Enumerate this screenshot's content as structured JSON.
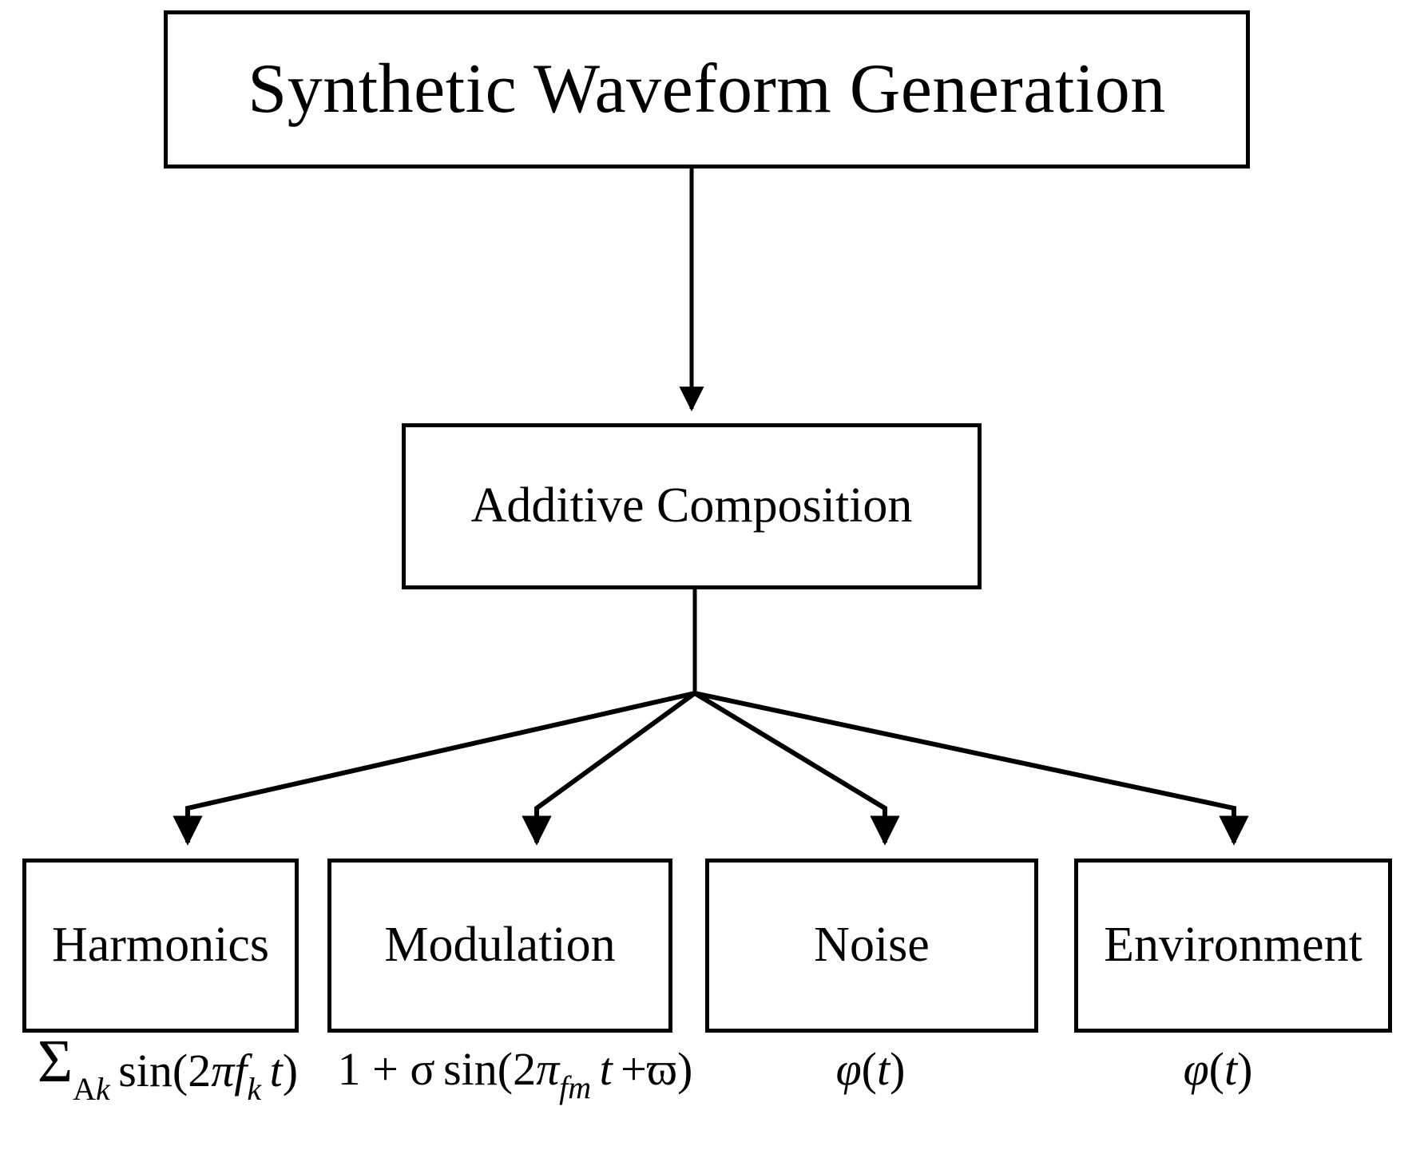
{
  "diagram": {
    "title": "Synthetic Waveform Generation",
    "type": "flowchart",
    "background_color": "#ffffff",
    "stroke_color": "#000000",
    "nodes": {
      "root": {
        "label": "Synthetic Waveform Generation"
      },
      "additive": {
        "label": "Additive Composition"
      },
      "harmonics": {
        "label": "Harmonics"
      },
      "modulation": {
        "label": "Modulation"
      },
      "noise": {
        "label": "Noise"
      },
      "environment": {
        "label": "Environment"
      }
    },
    "formulas": {
      "harmonics": {
        "plain": "Σ A_k sin(2π f_k t)",
        "sigma": "Σ",
        "sigma_sub": "A",
        "sigma_sub_italic": "k",
        "sin": "sin(2",
        "pi": "π",
        "f": "f",
        "f_sub": "k",
        "t": "t",
        "close": ")"
      },
      "modulation": {
        "plain": "1 + σ sin(2π_fm t + ϖ)",
        "lead": "1 + ",
        "sigma": "σ",
        "sin": "sin(2",
        "pi": "π",
        "pi_sub": "fm",
        "t": "t",
        "plus": "+",
        "phase": "ϖ",
        "close": ")"
      },
      "noise": {
        "plain": "φ(t)",
        "phi": "φ",
        "open": "(",
        "t": "t",
        "close": ")"
      },
      "environment": {
        "plain": "φ(t)",
        "phi": "φ",
        "open": "(",
        "t": "t",
        "close": ")"
      }
    },
    "edges": [
      {
        "from": "root",
        "to": "additive"
      },
      {
        "from": "additive",
        "to": "harmonics"
      },
      {
        "from": "additive",
        "to": "modulation"
      },
      {
        "from": "additive",
        "to": "noise"
      },
      {
        "from": "additive",
        "to": "environment"
      }
    ]
  }
}
